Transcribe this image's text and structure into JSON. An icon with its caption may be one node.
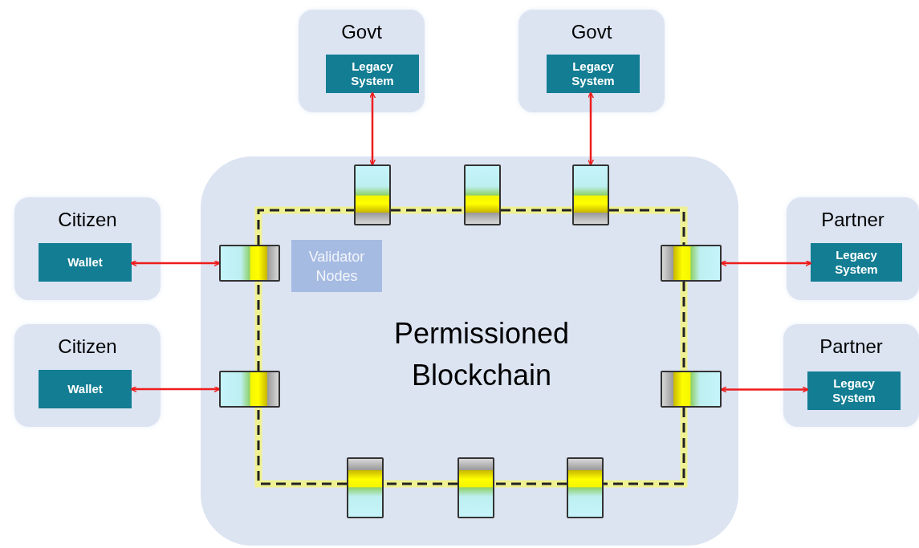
{
  "diagram": {
    "nodes": [
      {
        "text": [
          "Govt"
        ]
      },
      {
        "text": [
          "Legacy System"
        ],
        "in": 0
      },
      {
        "text": [
          "Govt"
        ]
      },
      {
        "text": [
          "Legacy System"
        ],
        "in": 2
      },
      {
        "text": [
          "Citizen"
        ]
      },
      {
        "text": [
          "Wallet"
        ],
        "in": 4
      },
      {
        "text": [
          "Citizen"
        ]
      },
      {
        "text": [
          "Wallet"
        ],
        "in": 6
      },
      {
        "text": [
          "Partner"
        ]
      },
      {
        "text": [
          "Legacy System"
        ],
        "in": 8
      },
      {
        "text": [
          "Partner"
        ]
      },
      {
        "text": [
          "Legacy System"
        ],
        "in": 10
      },
      {
        "text": [
          "Permissioned Blockchain"
        ]
      },
      {
        "text": [
          "Validator Nodes"
        ],
        "in": 12
      },
      {
        "text": [],
        "shape": "box",
        "in": 12
      },
      {
        "text": [],
        "shape": "box",
        "in": 12
      },
      {
        "text": [],
        "shape": "box",
        "in": 12
      },
      {
        "text": [],
        "shape": "box",
        "in": 12
      },
      {
        "text": [],
        "shape": "box",
        "in": 12
      },
      {
        "text": [],
        "shape": "box",
        "in": 12
      },
      {
        "text": [],
        "shape": "box",
        "in": 12
      },
      {
        "text": [],
        "shape": "box",
        "in": 12
      },
      {
        "text": [],
        "shape": "box",
        "in": 12
      },
      {
        "text": [],
        "shape": "box",
        "in": 12
      }
    ],
    "edges": [
      {
        "from": 1,
        "to": 14,
        "arrow": "both",
        "color": "#ee1c1c"
      },
      {
        "from": 3,
        "to": 16,
        "arrow": "both",
        "color": "#ee1c1c"
      },
      {
        "from": 5,
        "to": 17,
        "arrow": "both",
        "color": "#ee1c1c"
      },
      {
        "from": 7,
        "to": 18,
        "arrow": "both",
        "color": "#ee1c1c"
      },
      {
        "from": 9,
        "to": 19,
        "arrow": "both",
        "color": "#ee1c1c"
      },
      {
        "from": 11,
        "to": 20,
        "arrow": "both",
        "color": "#ee1c1c"
      },
      {
        "from": 14,
        "to": 15,
        "arrow": "none",
        "style": "dashed"
      },
      {
        "from": 15,
        "to": 16,
        "arrow": "none",
        "style": "dashed"
      },
      {
        "from": 16,
        "to": 19,
        "arrow": "none",
        "style": "dashed"
      },
      {
        "from": 19,
        "to": 20,
        "arrow": "none",
        "style": "dashed"
      },
      {
        "from": 20,
        "to": 23,
        "arrow": "none",
        "style": "dashed"
      },
      {
        "from": 23,
        "to": 22,
        "arrow": "none",
        "style": "dashed"
      },
      {
        "from": 22,
        "to": 21,
        "arrow": "none",
        "style": "dashed"
      },
      {
        "from": 21,
        "to": 18,
        "arrow": "none",
        "style": "dashed"
      },
      {
        "from": 18,
        "to": 17,
        "arrow": "none",
        "style": "dashed"
      },
      {
        "from": 17,
        "to": 14,
        "arrow": "none",
        "style": "dashed"
      }
    ]
  }
}
